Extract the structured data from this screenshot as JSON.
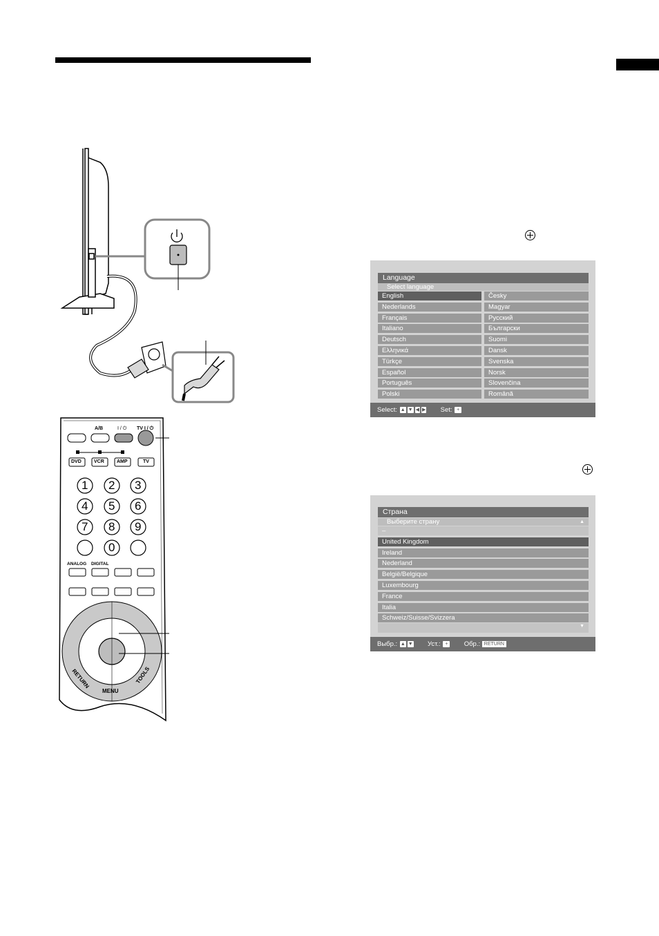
{
  "language_menu": {
    "title": "Language",
    "subtitle": "Select language",
    "left_items": [
      "English",
      "Nederlands",
      "Français",
      "Italiano",
      "Deutsch",
      "Ελληνικά",
      "Türkçe",
      "Español",
      "Português",
      "Polski"
    ],
    "right_items": [
      "Česky",
      "Magyar",
      "Русский",
      "Български",
      "Suomi",
      "Dansk",
      "Svenska",
      "Norsk",
      "Slovenčina",
      "Română"
    ],
    "selected": "English",
    "footer_select_label": "Select:",
    "footer_set_label": "Set:"
  },
  "country_menu": {
    "title": "Страна",
    "subtitle": "Выберите страну",
    "items": [
      "–",
      "United Kingdom",
      "Ireland",
      "Nederland",
      "België/Belgique",
      "Luxembourg",
      "France",
      "Italia",
      "Schweiz/Suisse/Svizzera"
    ],
    "selected": "United Kingdom",
    "footer_select_label": "Выбр.:",
    "footer_set_label": "Уст.:",
    "footer_back_label": "Обр.:",
    "return_key": "RETURN"
  },
  "remote": {
    "top_buttons": [
      "A/B",
      "I / ⏻",
      "TV I / ⏻"
    ],
    "mode_buttons": [
      "DVD",
      "VCR",
      "AMP",
      "TV"
    ],
    "number_keys": [
      "1",
      "2",
      "3",
      "4",
      "5",
      "6",
      "7",
      "8",
      "9",
      "0"
    ],
    "source_buttons": [
      "ANALOG",
      "DIGITAL"
    ],
    "nav_labels": [
      "RETURN",
      "MENU",
      "TOOLS"
    ]
  },
  "colors": {
    "osd_background": "#d3d3d3",
    "osd_bar": "#6e6e6e",
    "osd_item": "#9a9a9a",
    "osd_selected": "#5f5f5f"
  }
}
